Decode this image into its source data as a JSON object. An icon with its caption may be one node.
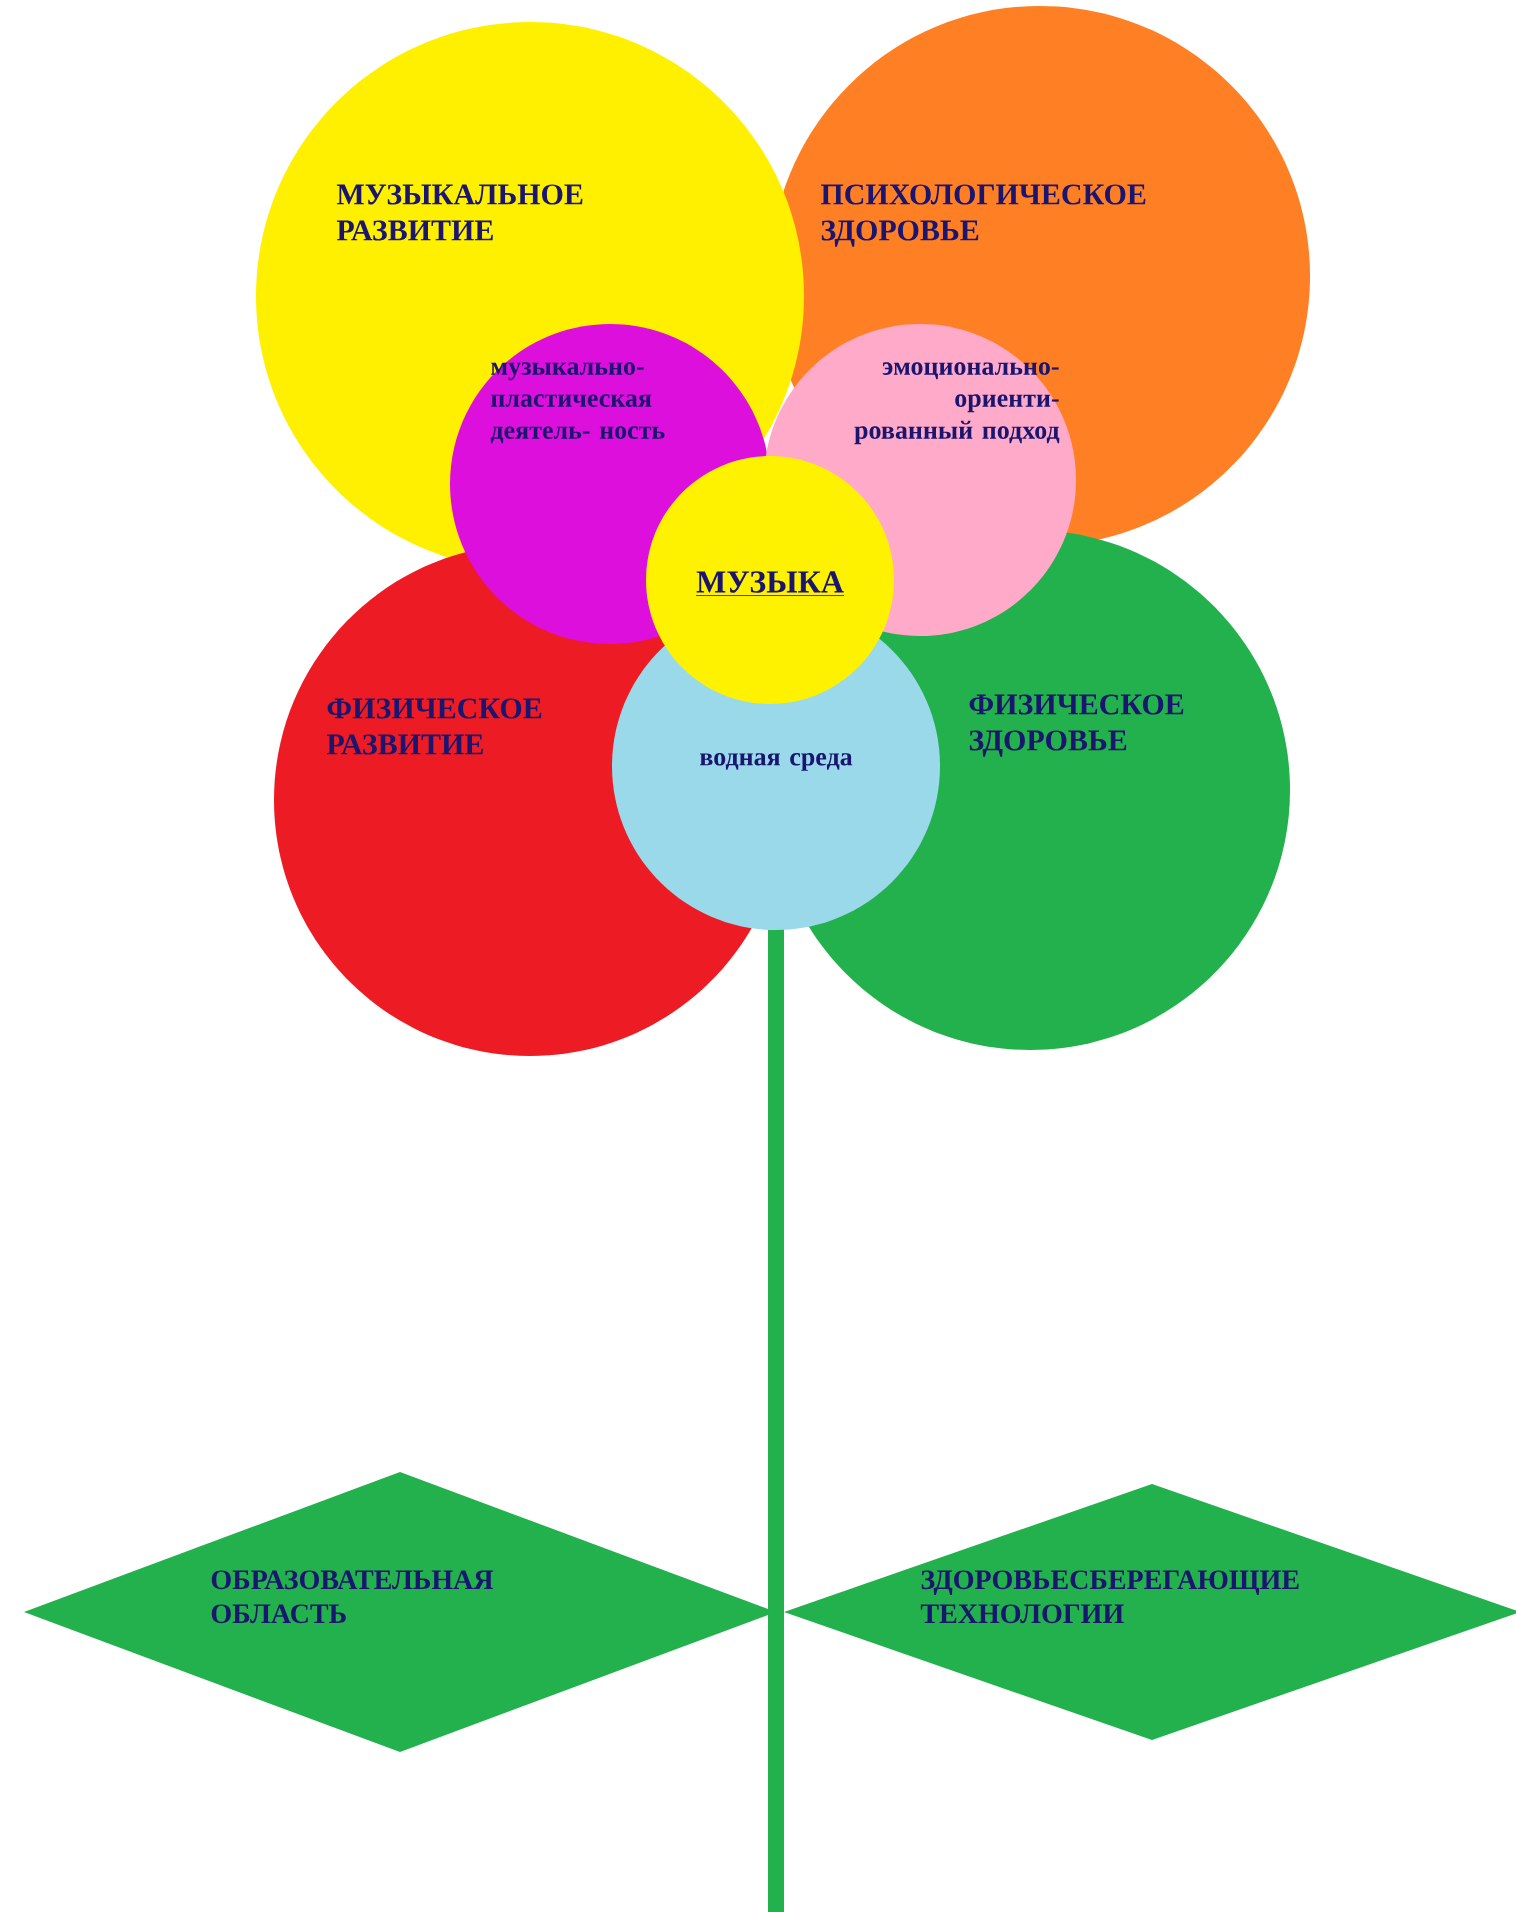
{
  "diagram": {
    "nodes": [
      {
        "text": [
          "МУЗЫКАЛЬНОЕ РАЗВИТИЕ"
        ]
      },
      {
        "text": [
          "ПСИХОЛОГИЧЕСКОЕ ЗДОРОВЬЕ"
        ]
      },
      {
        "text": [
          "ФИЗИЧЕСКОЕ ЗДОРОВЬЕ"
        ]
      },
      {
        "text": [
          "ФИЗИЧЕСКОЕ РАЗВИТИЕ"
        ]
      },
      {
        "text": [
          "музыкально- пластическая деятель- ность"
        ]
      },
      {
        "text": [
          "эмоционально- ориенти- рованный подход"
        ]
      },
      {
        "text": [
          "водная среда"
        ]
      },
      {
        "text": [
          "МУЗЫКА"
        ]
      },
      {
        "text": [
          "ОБРАЗОВАТЕЛЬНАЯ ОБЛАСТЬ"
        ]
      },
      {
        "text": [
          "ЗДОРОВЬЕСБЕРЕГАЮЩИЕ ТЕХНОЛОГИИ"
        ]
      }
    ]
  }
}
